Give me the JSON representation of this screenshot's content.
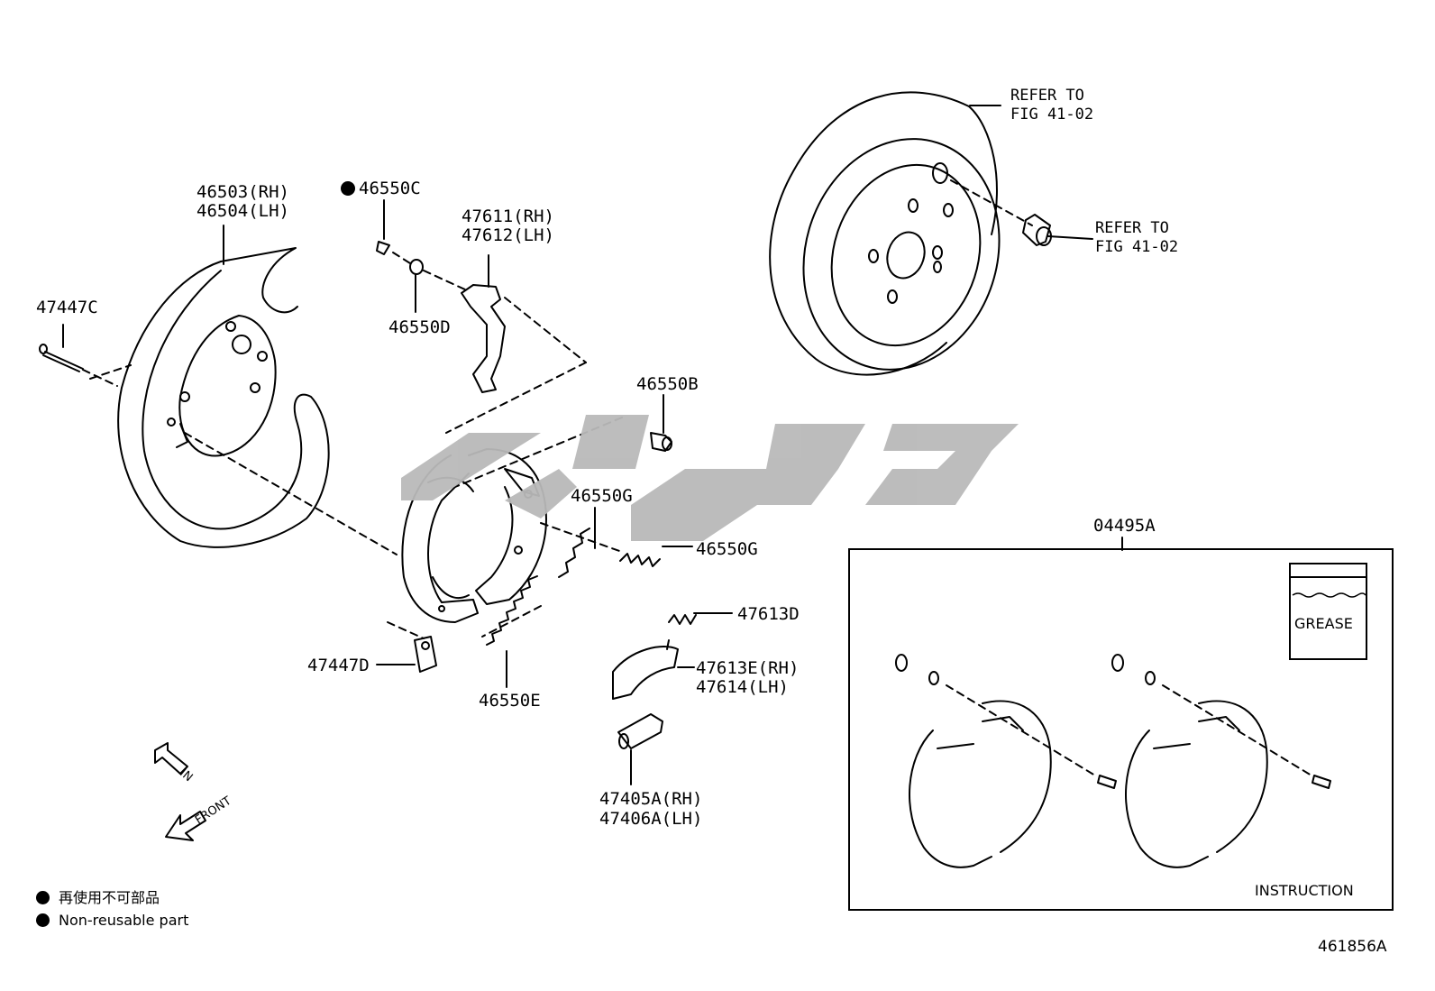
{
  "parts": {
    "backing_plate": {
      "rh": "46503(RH)",
      "lh": "46504(LH)"
    },
    "pin_47447C": "47447C",
    "clip_46550C": "46550C",
    "washer_46550D": "46550D",
    "lever": {
      "rh": "47611(RH)",
      "lh": "47612(LH)"
    },
    "pin_46550B": "46550B",
    "spring_46550G_a": "46550G",
    "spring_46550G_b": "46550G",
    "spring_47613D": "47613D",
    "adjuster": {
      "rh": "47613E(RH)",
      "lh": "47614(LH)"
    },
    "adjuster_bolt": {
      "rh": "47405A(RH)",
      "lh": "47406A(LH)"
    },
    "spring_46550E": "46550E",
    "clip_47447D": "47447D",
    "shoe_kit": "04495A"
  },
  "refs": {
    "disc": {
      "line1": "REFER TO",
      "line2": "FIG 41-02"
    },
    "hub_plug": {
      "line1": "REFER TO",
      "line2": "FIG 41-02"
    }
  },
  "grease_label": "GREASE",
  "instruction_label": "INSTRUCTION",
  "direction": {
    "in": "IN",
    "front": "FRONT"
  },
  "legend": {
    "jp": "再使用不可部品",
    "en": "Non-reusable part"
  },
  "figure_number": "461856A",
  "watermark_color": "#b9b9b9"
}
